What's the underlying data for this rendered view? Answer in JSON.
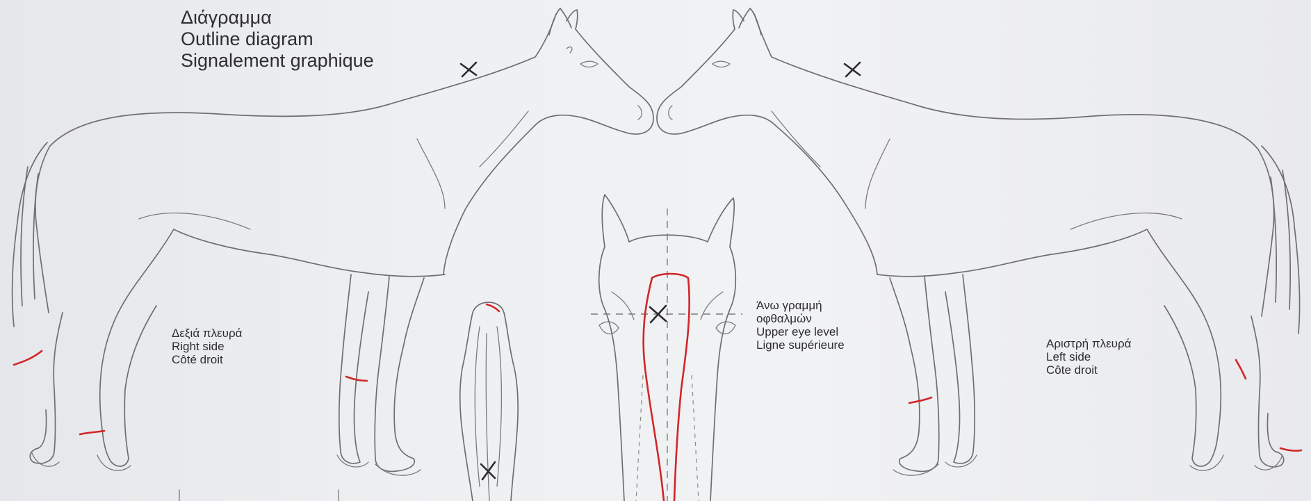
{
  "title": {
    "line_el": "Διάγραμμα",
    "line_en": "Outline diagram",
    "line_fr": "Signalement graphique"
  },
  "right_side": {
    "label_el": "Δεξιά πλευρά",
    "label_en": "Right side",
    "label_fr": "Côté droit"
  },
  "eye_level": {
    "label_el_1": "Άνω γραμμή",
    "label_el_2": "οφθαλμών",
    "label_en": "Upper eye level",
    "label_fr": "Ligne supérieure"
  },
  "left_side": {
    "label_el": "Αριστρή πλευρά",
    "label_en": "Left side",
    "label_fr": "Côte droit"
  },
  "colors": {
    "outline": "#6f6f71",
    "markings": "#d1262a",
    "cross_marks": "#2b2b2d"
  }
}
